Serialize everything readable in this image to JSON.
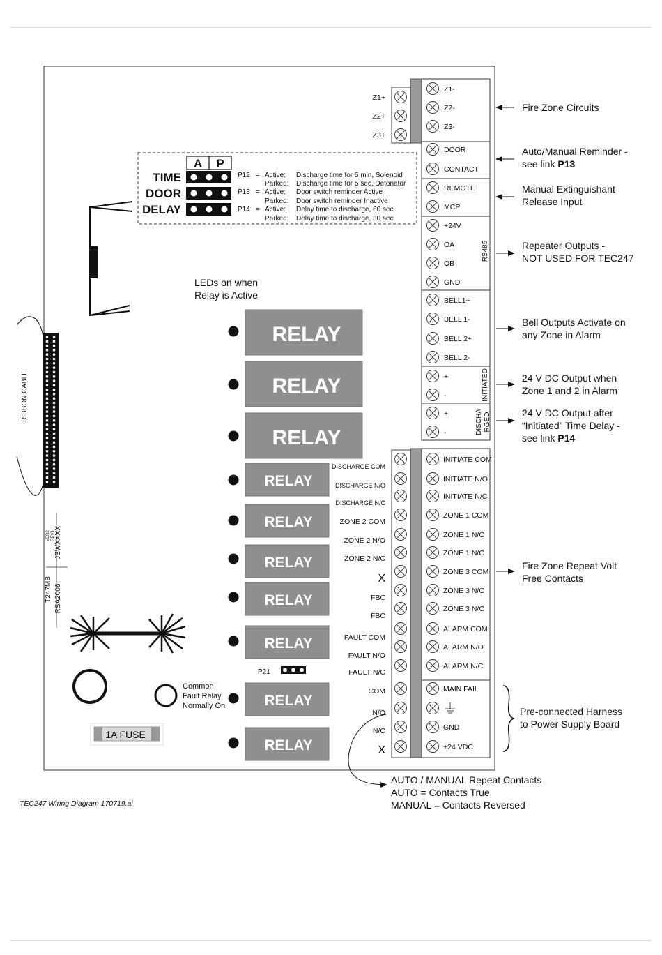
{
  "zone_inputs": [
    "Z1+",
    "Z2+",
    "Z3+"
  ],
  "terminals": {
    "fire_zone": [
      "Z1-",
      "Z2-",
      "Z3-"
    ],
    "reminder": [
      "DOOR",
      "CONTACT"
    ],
    "release": [
      "REMOTE",
      "MCP"
    ],
    "repeater": [
      "+24V",
      "OA",
      "OB",
      "GND"
    ],
    "bell": [
      "BELL1+",
      "BELL 1-",
      "BELL 2+",
      "BELL 2-"
    ],
    "initiated": [
      "+",
      "-"
    ],
    "discharged": [
      "+",
      "-"
    ],
    "relay_contacts": [
      "INITIATE  COM",
      "INITIATE  N/O",
      "INITIATE N/C",
      "ZONE 1 COM",
      "ZONE 1 N/O",
      "ZONE 1 N/C",
      "ZONE 3 COM",
      "ZONE 3 N/O",
      "ZONE 3 N/C",
      "ALARM COM",
      "ALARM  N/O",
      "ALARM N/C"
    ],
    "power": [
      "MAIN FAIL",
      "",
      "GND",
      "+24 VDC"
    ]
  },
  "group_labels": {
    "rs485": "RS485",
    "initiated": "INITIATED",
    "discharged_1": "DISCHA",
    "discharged_2": "RGED"
  },
  "left_contacts": [
    "DISCHARGE COM",
    "DISCHARGE N/O",
    "DISCHARGE N/C",
    "ZONE 2 COM",
    "ZONE 2 N/O",
    "ZONE 2 N/C",
    "X",
    "FBC",
    "FBC",
    "FAULT COM",
    "FAULT N/O",
    "FAULT N/C",
    "COM",
    "N/O",
    "N/C",
    "X"
  ],
  "links": {
    "headers": [
      "A",
      "P"
    ],
    "rows": [
      "TIME",
      "DOOR",
      "DELAY"
    ],
    "p12": "P12",
    "p13": "P13",
    "p14": "P14",
    "eq": "=",
    "p12_active_label": "Active:",
    "p12_active": "Discharge time for 5 min, Solenoid",
    "p12_parked_label": "Parked:",
    "p12_parked": "Discharge time for 5 sec, Detonator",
    "p13_active_label": "Active:",
    "p13_active": "Door switch reminder Active",
    "p13_parked_label": "Parked:",
    "p13_parked": "Door switch reminder Inactive",
    "p14_active_label": "Active:",
    "p14_active": "Delay time to discharge, 60 sec",
    "p14_parked_label": "Parked:",
    "p14_parked": "Delay time to discharge, 30 sec"
  },
  "relay_label": "RELAY",
  "leds_note": [
    "LEDs on when",
    "Relay is Active"
  ],
  "ribbon_label": "RIBBON CABLE",
  "board_ids": [
    "T247MB",
    "RSA2006",
    "JBWXXXX",
    "VER2",
    "REV1"
  ],
  "p21": "P21",
  "fault_note": [
    "Common",
    "Fault Relay",
    "Normally On"
  ],
  "fuse": "1A FUSE",
  "annotations": {
    "fire_zone": "Fire Zone Circuits",
    "reminder_1": "Auto/Manual Reminder -",
    "reminder_2": "see link ",
    "reminder_link": "P13",
    "release_1": "Manual Extinguishant",
    "release_2": "Release Input",
    "repeater_1": "Repeater Outputs -",
    "repeater_2": "NOT USED FOR TEC247",
    "bell_1": "Bell Outputs Activate on",
    "bell_2": "any Zone in Alarm",
    "initiated_1": "24 V DC Output when",
    "initiated_2": "Zone 1 and 2 in Alarm",
    "discharged_1": "24 V DC Output after",
    "discharged_2": "“Initiated” Time Delay -",
    "discharged_3": "see link ",
    "discharged_link": "P14",
    "repeat_1": "Fire Zone Repeat Volt",
    "repeat_2": "Free Contacts",
    "harness_1": "Pre-connected Harness",
    "harness_2": "to Power Supply Board",
    "auto_1": "AUTO / MANUAL Repeat Contacts",
    "auto_2": "AUTO = Contacts True",
    "auto_3": "MANUAL = Contacts Reversed"
  },
  "footer": "TEC247 Wiring Diagram 170719.ai"
}
